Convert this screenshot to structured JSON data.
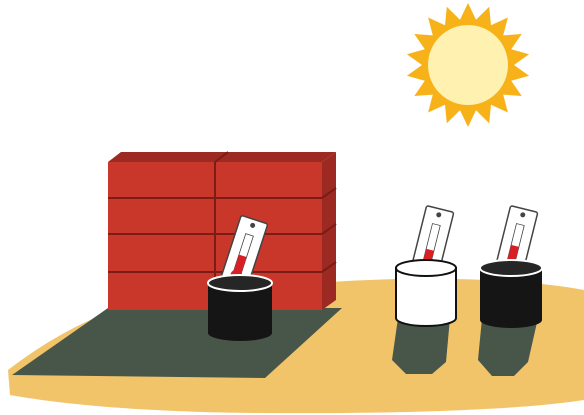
{
  "scene": {
    "subject": "sun-heating-experiment",
    "colors": {
      "sky": "#ffffff",
      "ground": "#f2c46a",
      "shadow": "#48564a",
      "sun_rays": "#f7b21a",
      "sun_core": "#fff1b0",
      "brick": "#c9372b",
      "brick_dark": "#9c2a22",
      "mortar": "#7b1c16",
      "thermometer_red": "#d81f26",
      "can_black": "#151515",
      "can_white": "#ffffff"
    },
    "cans": [
      {
        "name": "black-can-shaded",
        "color": "black",
        "location": "shade"
      },
      {
        "name": "white-can-sun",
        "color": "white",
        "location": "sun"
      },
      {
        "name": "black-can-sun",
        "color": "black",
        "location": "sun"
      }
    ],
    "thermometer_levels": [
      0.45,
      0.35,
      0.45
    ]
  }
}
